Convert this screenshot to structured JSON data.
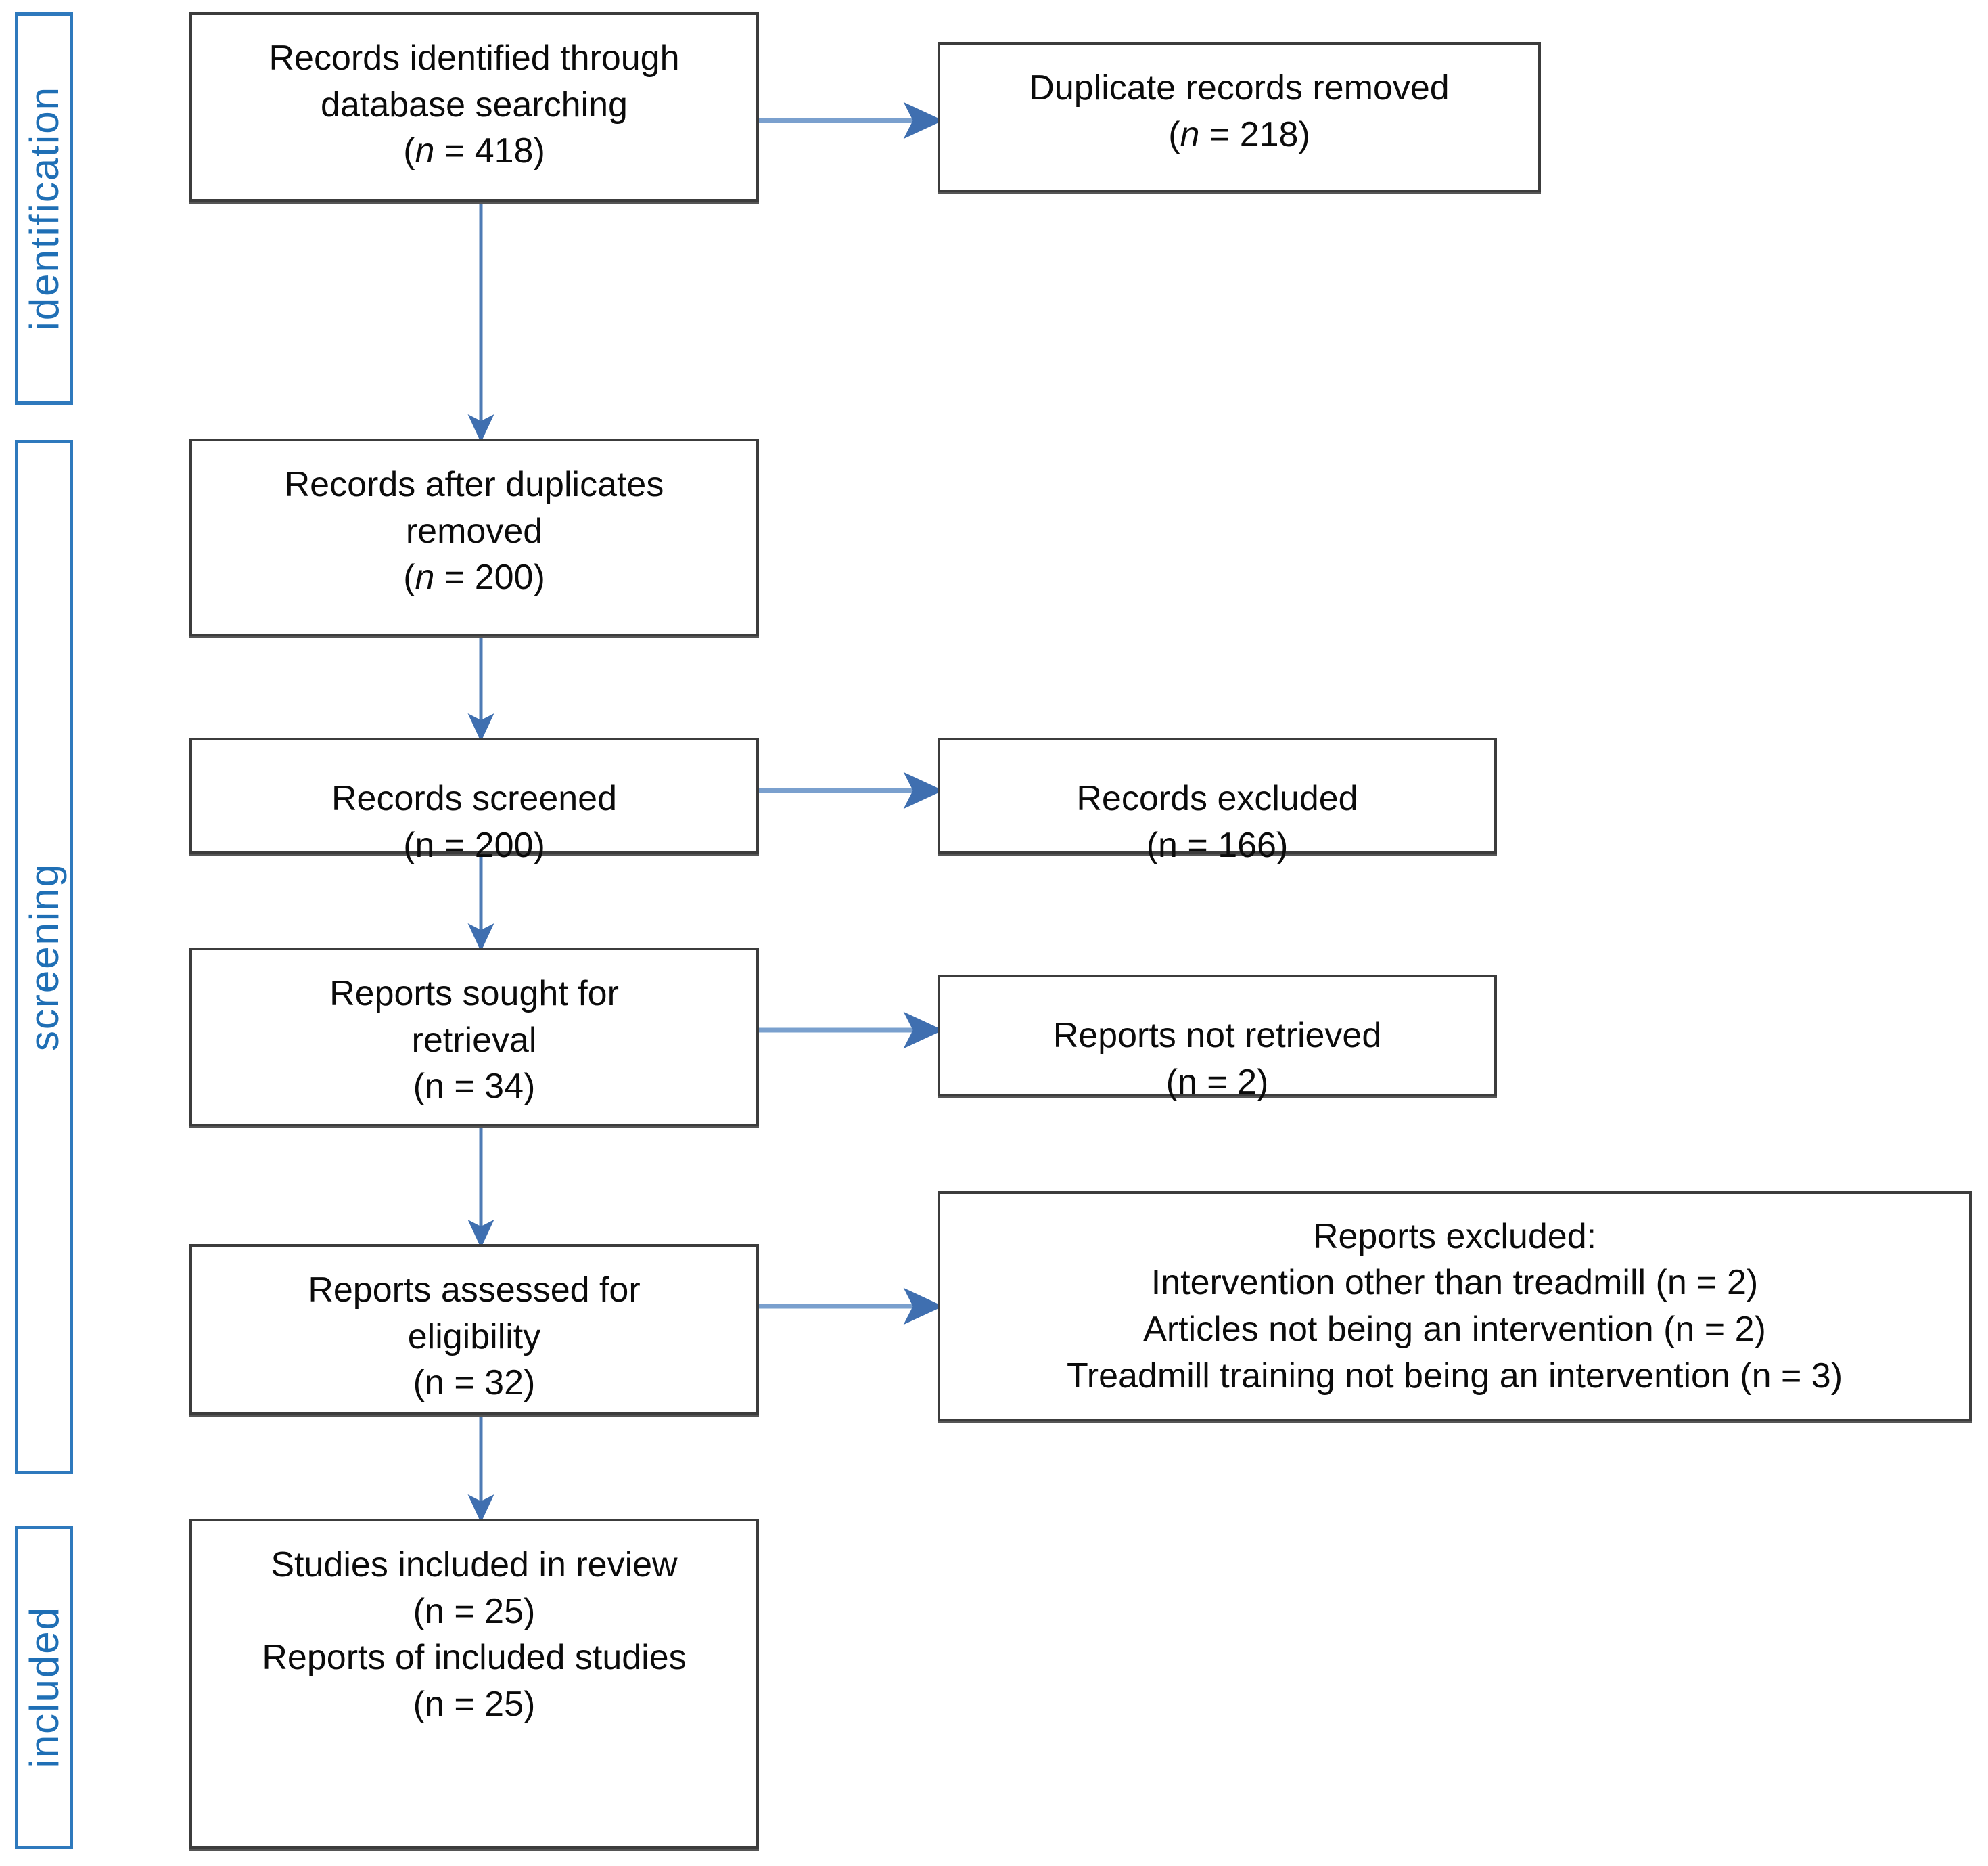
{
  "diagram": {
    "title": "PRISMA flow diagram",
    "accent_blue": "#2E79BD",
    "label_text_blue": "#1F6FB5",
    "box_border": "#3C3C3C",
    "arrow_color": "#4E81BD",
    "background": "#FFFFFF"
  },
  "stages": [
    {
      "id": "identification",
      "label": "identification"
    },
    {
      "id": "screening",
      "label": "screening"
    },
    {
      "id": "included",
      "label": "included"
    }
  ],
  "boxes": {
    "records_identified": {
      "lines": [
        "Records identified through",
        "database searching",
        "(n = 418)"
      ],
      "n_italic": true,
      "count": 418
    },
    "duplicates_removed": {
      "lines": [
        "Duplicate records removed",
        "(n = 218)"
      ],
      "n_italic": true,
      "count": 218
    },
    "records_after_duplicates": {
      "lines": [
        "Records after duplicates",
        "removed",
        "(n = 200)"
      ],
      "n_italic": true,
      "count": 200
    },
    "records_screened": {
      "lines": [
        "Records screened",
        "(n = 200)"
      ],
      "n_italic": false,
      "count": 200
    },
    "records_excluded": {
      "lines": [
        "Records excluded",
        "(n = 166)"
      ],
      "n_italic": false,
      "count": 166
    },
    "reports_sought": {
      "lines": [
        "Reports sought for",
        "retrieval",
        "(n = 34)"
      ],
      "n_italic": false,
      "count": 34
    },
    "reports_not_retrieved": {
      "lines": [
        "Reports not retrieved",
        "(n = 2)"
      ],
      "n_italic": false,
      "count": 2
    },
    "reports_assessed": {
      "lines": [
        "Reports assessed for",
        "eligibility",
        "(n = 32)"
      ],
      "n_italic": false,
      "count": 32
    },
    "reports_excluded": {
      "lines": [
        "Reports excluded:",
        "Intervention other than treadmill (n = 2)",
        "Articles not being an intervention (n = 2)",
        "Treadmill training not being an intervention (n = 3)"
      ],
      "n_italic": false,
      "reasons": [
        {
          "reason": "Intervention other than treadmill",
          "count": 2
        },
        {
          "reason": "Articles not being an intervention",
          "count": 2
        },
        {
          "reason": "Treadmill training not being an intervention",
          "count": 3
        }
      ]
    },
    "studies_included": {
      "lines": [
        "Studies included in review",
        "(n = 25)",
        "Reports of included studies",
        "(n = 25)"
      ],
      "n_italic": false,
      "studies_count": 25,
      "reports_count": 25
    }
  }
}
